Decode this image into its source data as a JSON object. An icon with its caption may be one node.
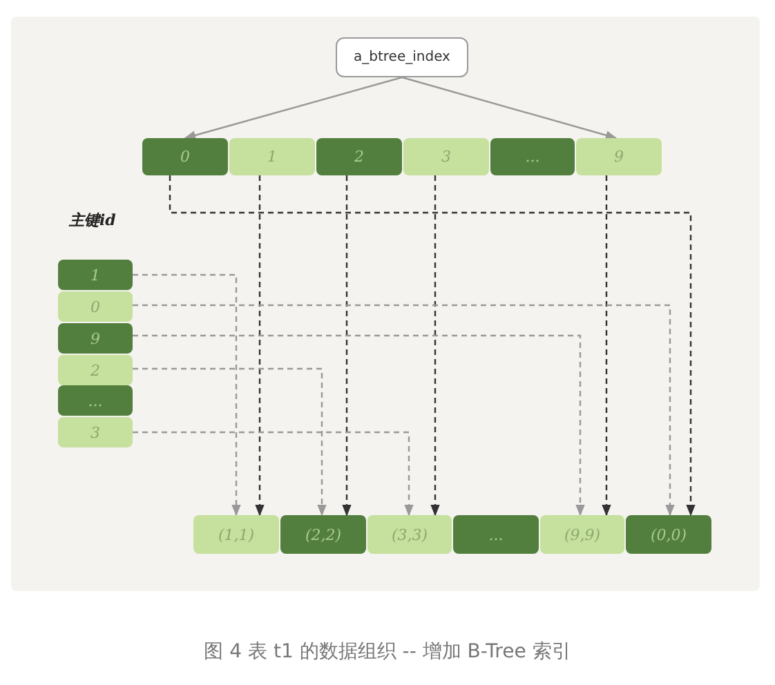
{
  "diagram": {
    "caption": "图 4 表 t1 的数据组织 -- 增加 B-Tree 索引",
    "nodes": [
      {
        "text": [
          "a_btree_index"
        ]
      },
      {
        "text": [
          "0"
        ]
      },
      {
        "text": [
          "1"
        ]
      },
      {
        "text": [
          "2"
        ]
      },
      {
        "text": [
          "3"
        ]
      },
      {
        "text": [
          "..."
        ]
      },
      {
        "text": [
          "9"
        ]
      },
      {
        "text": [
          "1"
        ]
      },
      {
        "text": [
          "0"
        ]
      },
      {
        "text": [
          "9"
        ]
      },
      {
        "text": [
          "2"
        ]
      },
      {
        "text": [
          "..."
        ]
      },
      {
        "text": [
          "3"
        ]
      },
      {
        "text": [
          "(1,1)"
        ]
      },
      {
        "text": [
          "(2,2)"
        ]
      },
      {
        "text": [
          "(3,3)"
        ]
      },
      {
        "text": [
          "..."
        ]
      },
      {
        "text": [
          "(9,9)"
        ]
      },
      {
        "text": [
          "(0,0)"
        ]
      }
    ],
    "edges": [
      {
        "from": 0,
        "to": 1,
        "arrow": "to"
      },
      {
        "from": 0,
        "to": 6,
        "arrow": "to"
      },
      {
        "from": 1,
        "to": 18,
        "arrow": "to",
        "style": "dashed",
        "color": "#333333"
      },
      {
        "from": 2,
        "to": 13,
        "arrow": "to",
        "style": "dashed",
        "color": "#333333"
      },
      {
        "from": 3,
        "to": 14,
        "arrow": "to",
        "style": "dashed",
        "color": "#333333"
      },
      {
        "from": 4,
        "to": 15,
        "arrow": "to",
        "style": "dashed",
        "color": "#333333"
      },
      {
        "from": 6,
        "to": 17,
        "arrow": "to",
        "style": "dashed",
        "color": "#333333"
      },
      {
        "from": 7,
        "to": 13,
        "arrow": "to",
        "style": "dashed"
      },
      {
        "from": 8,
        "to": 18,
        "arrow": "to",
        "style": "dashed"
      },
      {
        "from": 9,
        "to": 17,
        "arrow": "to",
        "style": "dashed"
      },
      {
        "from": 10,
        "to": 14,
        "arrow": "to",
        "style": "dashed"
      },
      {
        "from": 12,
        "to": 15,
        "arrow": "to",
        "style": "dashed"
      }
    ],
    "labels": [
      "主键id"
    ]
  }
}
